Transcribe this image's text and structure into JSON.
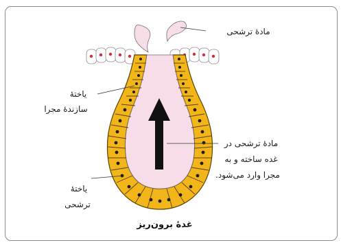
{
  "figure": {
    "title": "غدهٔ برون‌ریز",
    "labels": {
      "secretion_top": "مادهٔ ترشحی",
      "duct_cell_line1": "یاختهٔ",
      "duct_cell_line2": "سازندهٔ مجرا",
      "secretion_inside_line1": "مادهٔ ترشحی در",
      "secretion_inside_line2": "غده ساخته و به",
      "secretion_inside_line3": "مجرا وارد می‌شود.",
      "secretory_cell_line1": "یاختهٔ",
      "secretory_cell_line2": "ترشحی"
    },
    "colors": {
      "cell_fill": "#f2b51a",
      "cell_stroke": "#5a4200",
      "nucleus": "#1d1d1d",
      "lumen": "#f6dde8",
      "secretion": "#f6dde8",
      "surface_cell_fill": "#ffffff",
      "surface_cell_nucleus": "#d42a3c",
      "arrow": "#111111"
    }
  }
}
